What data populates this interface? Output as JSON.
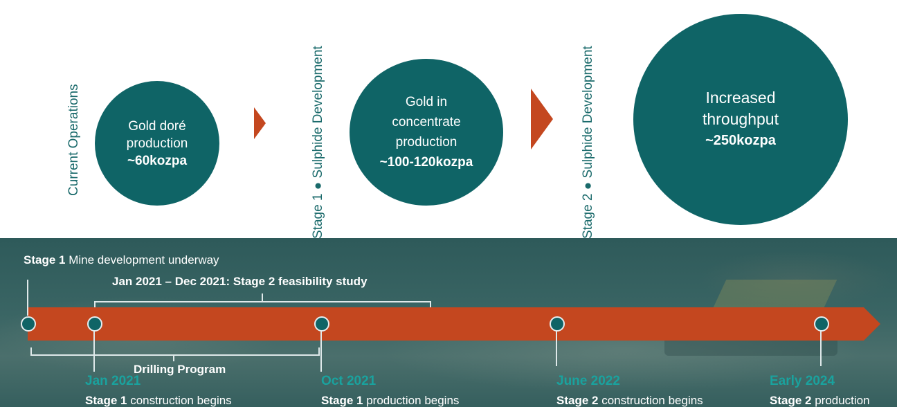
{
  "stages": {
    "current_label": "Current Operations",
    "stage1_label": "Stage 1 ● Sulphide Development",
    "stage2_label": "Stage 2 ● Sulphide Development",
    "circle1": {
      "line1": "Gold doré",
      "line2": "production",
      "value": "~60kozpa"
    },
    "circle2": {
      "line1": "Gold in",
      "line2": "concentrate",
      "line3": "production",
      "value": "~100-120kozpa"
    },
    "circle3": {
      "line1": "Increased",
      "line2": "throughput",
      "value": "~250kozpa"
    }
  },
  "timeline": {
    "mine_dev_bold": "Stage 1",
    "mine_dev_rest": " Mine development underway",
    "feasibility": "Jan 2021 – Dec 2021: Stage 2 feasibility study",
    "drilling": "Drilling Program",
    "milestones": [
      {
        "date": "Jan 2021",
        "bold": "Stage 1",
        "rest": " construction begins"
      },
      {
        "date": "Oct 2021",
        "bold": "Stage 1",
        "rest": " production begins"
      },
      {
        "date": "June 2022",
        "bold": "Stage 2",
        "rest": " construction begins"
      },
      {
        "date": "Early 2024",
        "bold": "Stage 2",
        "rest": " production"
      }
    ]
  },
  "colors": {
    "teal": "#0f6466",
    "orange": "#c4471f",
    "date_teal": "#1aa29e"
  }
}
